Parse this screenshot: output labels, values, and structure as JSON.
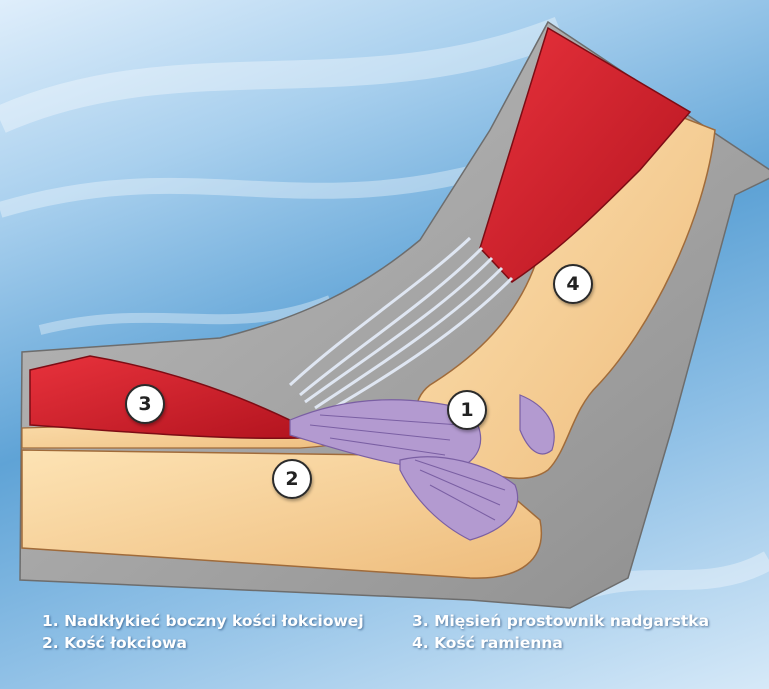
{
  "markers": {
    "m1": "1",
    "m2": "2",
    "m3": "3",
    "m4": "4"
  },
  "legend": {
    "left": [
      "1. Nadkłykieć boczny kości łokciowej",
      "2. Kość łokciowa"
    ],
    "right": [
      "3. Mięsień prostownik nadgarstka",
      "4. Kość ramienna"
    ]
  },
  "colors": {
    "background": "#6aaae0",
    "skin": "#a8a8a8",
    "bone": "#f6cf95",
    "muscle": "#d6202c",
    "tendon": "#eef2f8",
    "ligament": "#b39ad0"
  }
}
